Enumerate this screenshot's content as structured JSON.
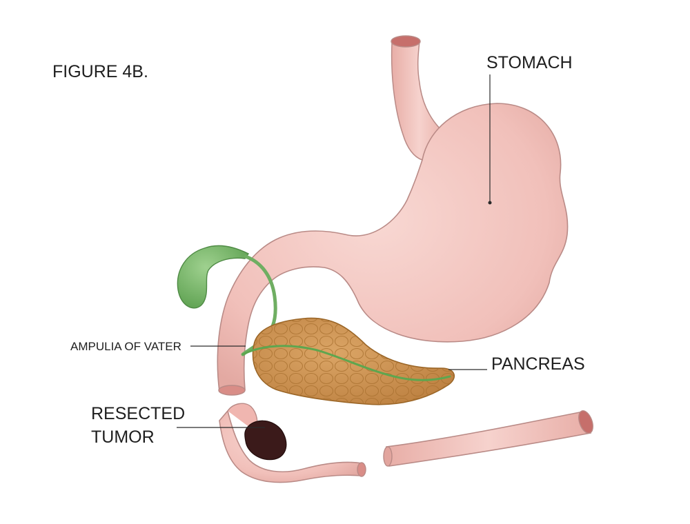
{
  "figure": {
    "title": "FIGURE 4B."
  },
  "labels": {
    "stomach": "STOMACH",
    "pancreas": "PANCREAS",
    "ampulla": "AMPULIA OF VATER",
    "tumor_line1": "RESECTED",
    "tumor_line2": "TUMOR"
  },
  "colors": {
    "organ_pink": "#f2c1bc",
    "organ_outline": "#b98a86",
    "pancreas": "#c98d4c",
    "bile_green": "#79b96c",
    "tumor": "#3b1a1a"
  }
}
